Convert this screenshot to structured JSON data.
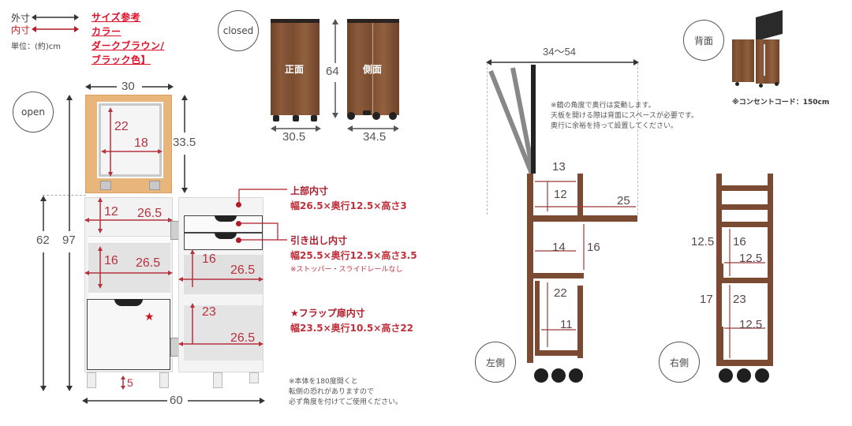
{
  "legend": {
    "outer_label": "外寸",
    "inner_label": "内寸",
    "unit": "単位：(約)cm",
    "outer_color": "#333333",
    "inner_color": "#c8161d"
  },
  "reference": {
    "lines": [
      "サイズ参考",
      "カラー",
      "ダークブラウン/",
      "ブラック色】"
    ],
    "color": "#e0102a"
  },
  "closed_view": {
    "tag": "closed",
    "front_label": "正面",
    "side_label": "側面",
    "height": "64",
    "front_width": "30.5",
    "side_depth": "34.5"
  },
  "open_view": {
    "tag": "open",
    "mirror_panel": {
      "width": "30",
      "height": "33.5",
      "mirror_height": "22",
      "mirror_width": "18"
    },
    "overall_height_closed": "62",
    "overall_height_open": "97",
    "overall_width": "60",
    "caster_height": "5",
    "left_section": {
      "top_height": "12",
      "top_width": "26.5",
      "mid_height": "16",
      "mid_width": "26.5"
    },
    "right_section": {
      "mid_height": "16",
      "mid_width": "26.5",
      "low_height": "23",
      "low_width": "26.5"
    },
    "callouts": {
      "upper_inner_title": "上部内寸",
      "upper_inner_body": "幅26.5×奥行12.5×高さ3",
      "drawer_inner_title": "引き出し内寸",
      "drawer_inner_body": "幅25.5×奥行12.5×高さ3.5",
      "drawer_note": "※ストッパー・スライドレールなし",
      "flap_title": "★フラップ扉内寸",
      "flap_body": "幅23.5×奥行10.5×高さ22"
    },
    "warning": [
      "※本体を180度開くと",
      "転倒の恐れがありますので",
      "必ず角度を付けてご使用ください。"
    ]
  },
  "left_side_view": {
    "tag": "左側",
    "depth_range": "34〜54",
    "note": [
      "※鏡の角度で奥行は変動します。",
      "天板を開ける際は背面にスペースが必要です。",
      "奥行に余裕を持って設置してください。"
    ],
    "dims": {
      "top_width": "13",
      "top_height": "12",
      "shelf_depth": "25",
      "mid_width": "14",
      "mid_height": "16",
      "low_height": "22",
      "low_width": "11"
    },
    "frame_color": "#7b4a32"
  },
  "right_side_view": {
    "tag": "右側",
    "dims": {
      "upper_outer_height": "12.5",
      "upper_inner_height": "16",
      "upper_width": "12.5",
      "lower_outer_height": "17",
      "lower_inner_height": "23",
      "lower_width": "12.5"
    }
  },
  "back_view": {
    "tag": "背面",
    "cord_note": "※コンセントコード：150cm"
  }
}
